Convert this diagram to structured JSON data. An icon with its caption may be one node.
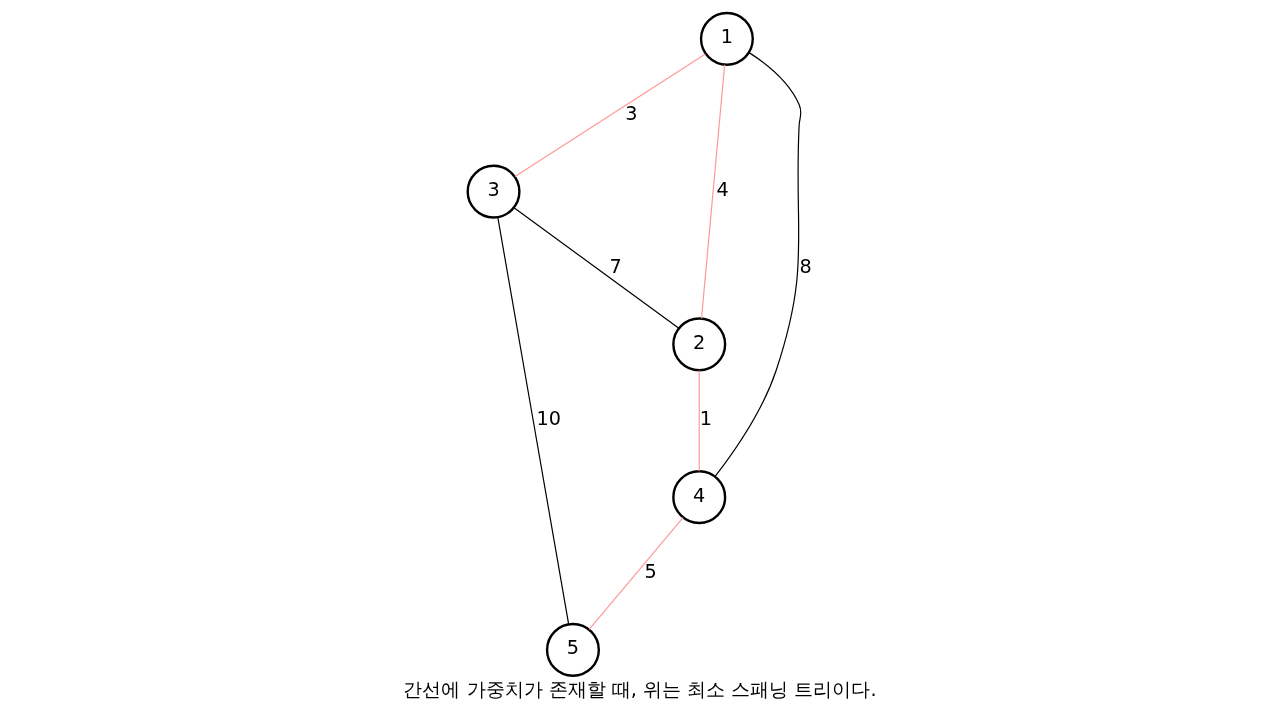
{
  "diagram": {
    "caption": "간선에 가중치가 존재할 때, 위는 최소 스패닝 트리이다.",
    "nodes": [
      {
        "text": [
          "1"
        ]
      },
      {
        "text": [
          "2"
        ]
      },
      {
        "text": [
          "3"
        ]
      },
      {
        "text": [
          "4"
        ]
      },
      {
        "text": [
          "5"
        ]
      }
    ],
    "edges": [
      {
        "from": 0,
        "to": 2,
        "arrow": "none",
        "label": "3"
      },
      {
        "from": 0,
        "to": 3,
        "arrow": "none",
        "label": "8",
        "color": "#000000"
      },
      {
        "from": 0,
        "to": 1,
        "arrow": "none",
        "label": "4"
      },
      {
        "from": 2,
        "to": 1,
        "arrow": "none",
        "label": "7",
        "color": "#000000"
      },
      {
        "from": 2,
        "to": 4,
        "arrow": "none",
        "label": "10",
        "color": "#000000"
      },
      {
        "from": 1,
        "to": 3,
        "arrow": "none",
        "label": "1"
      },
      {
        "from": 3,
        "to": 4,
        "arrow": "none",
        "label": "5"
      }
    ]
  }
}
